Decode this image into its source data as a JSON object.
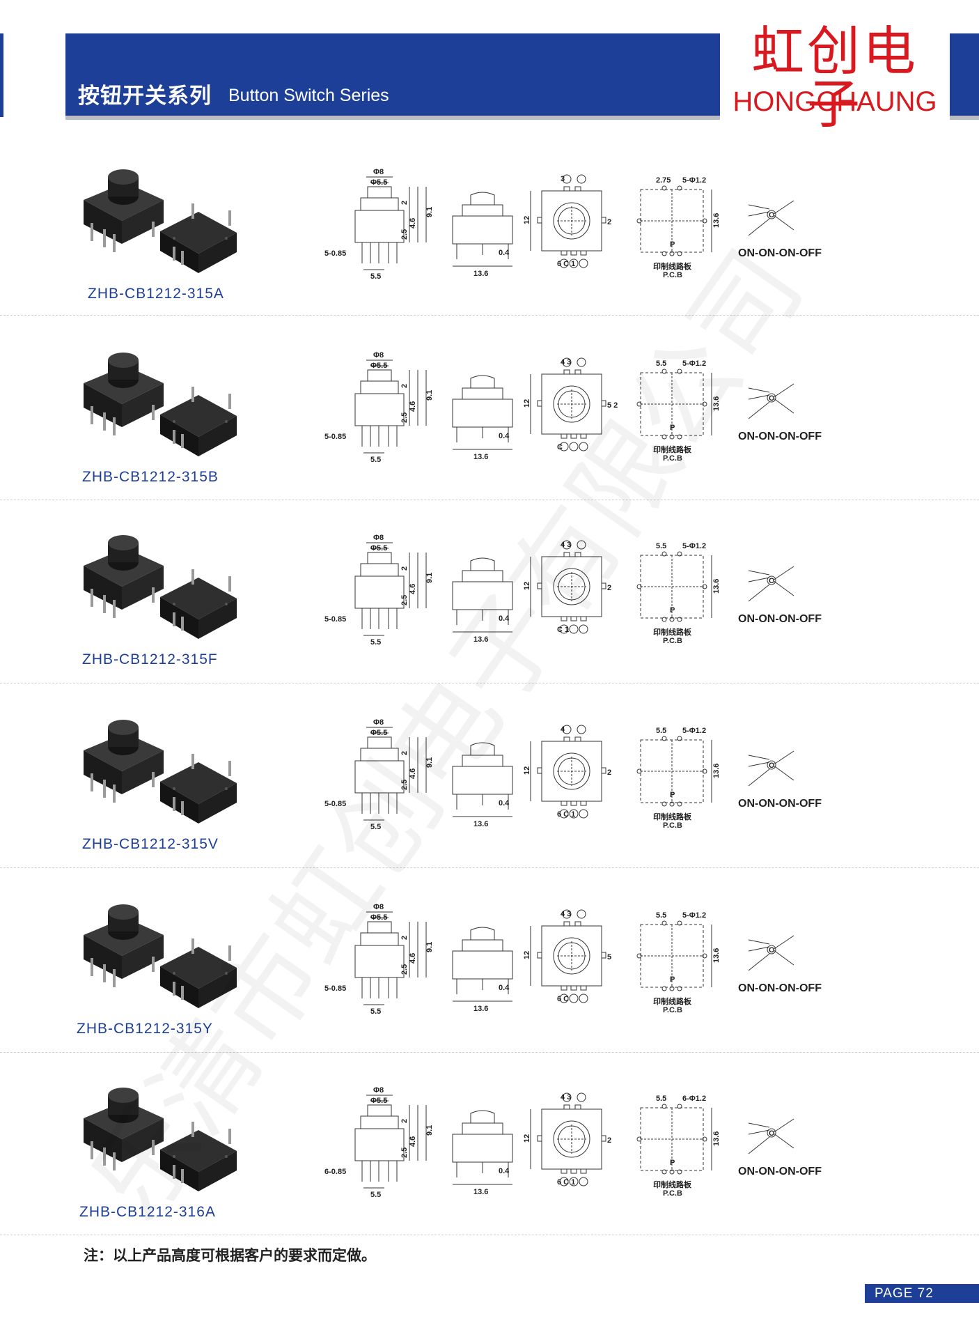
{
  "header": {
    "title_cn": "按钮开关系列",
    "title_en": "Button Switch Series",
    "logo_cn": "虹创电子",
    "logo_en": "HONGCHAUNG",
    "brand_color": "#1e3f98",
    "logo_color": "#d8191f"
  },
  "products": [
    {
      "model": "ZHB-CB1212-315A",
      "mode": "ON-ON-ON-OFF",
      "pins_front": "6 C 1",
      "pins_top": "3",
      "pins_side": "2",
      "pin_label": "5-0.85",
      "hole_label": "5-Φ1.2",
      "pitch": "2.75"
    },
    {
      "model": "ZHB-CB1212-315B",
      "mode": "ON-ON-ON-OFF",
      "pins_front": "C",
      "pins_top": "4 3",
      "pins_side": "5 2",
      "pin_label": "5-0.85",
      "hole_label": "5-Φ1.2",
      "pitch": "5.5"
    },
    {
      "model": "ZHB-CB1212-315F",
      "mode": "ON-ON-ON-OFF",
      "pins_front": "C 1",
      "pins_top": "4 3",
      "pins_side": "2",
      "pin_label": "5-0.85",
      "hole_label": "5-Φ1.2",
      "pitch": "5.5"
    },
    {
      "model": "ZHB-CB1212-315V",
      "mode": "ON-ON-ON-OFF",
      "pins_front": "6 C 1",
      "pins_top": "4",
      "pins_side": "2",
      "pin_label": "5-0.85",
      "hole_label": "5-Φ1.2",
      "pitch": "5.5"
    },
    {
      "model": "ZHB-CB1212-315Y",
      "mode": "ON-ON-ON-OFF",
      "pins_front": "6 C",
      "pins_top": "4 3",
      "pins_side": "5",
      "pin_label": "5-0.85",
      "hole_label": "5-Φ1.2",
      "pitch": "5.5"
    },
    {
      "model": "ZHB-CB1212-316A",
      "mode": "ON-ON-ON-OFF",
      "pins_front": "6 C 1",
      "pins_top": "4 3",
      "pins_side": "2",
      "pin_label": "6-0.85",
      "hole_label": "6-Φ1.2",
      "pitch": "5.5"
    }
  ],
  "dims": {
    "d8": "Φ8",
    "d55": "Φ5.5",
    "h2": "2",
    "h46": "4.6",
    "h25": "2.5",
    "h91": "9.1",
    "w55": "5.5",
    "w136": "13.6",
    "t04": "0.4",
    "s12": "12",
    "s136": "13.6",
    "pcb_cn": "印制线路板",
    "pcb_en": "P.C.B",
    "p": "P",
    "c": "C"
  },
  "note": "注：以上产品高度可根据客户的要求而定做。",
  "page": "PAGE 72",
  "watermark": "乐清市虹创电子有限公司"
}
